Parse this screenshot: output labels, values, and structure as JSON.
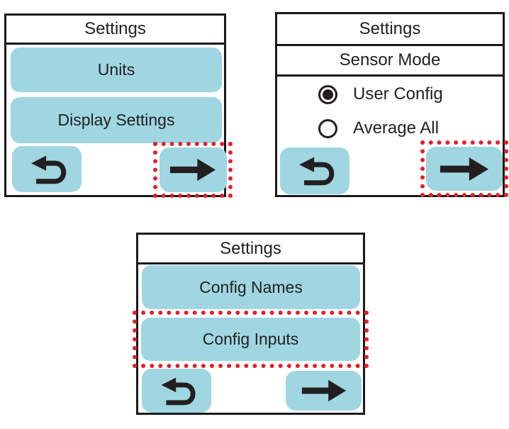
{
  "colors": {
    "button_blue": "#9fd6e2",
    "highlight_red": "#e3202a",
    "ink": "#231f20",
    "panel_border": "#1a1a1a"
  },
  "panels": {
    "settings_main": {
      "title": "Settings",
      "menu_buttons": [
        {
          "label": "Units",
          "highlighted": false
        },
        {
          "label": "Display Settings",
          "highlighted": false
        }
      ],
      "nav": {
        "back_icon": "u-turn-back-arrow",
        "forward_icon": "right-arrow",
        "back_highlighted": false,
        "forward_highlighted": true
      }
    },
    "sensor_mode": {
      "title": "Settings",
      "subtitle": "Sensor Mode",
      "options": [
        {
          "label": "User Config",
          "selected": true
        },
        {
          "label": "Average All",
          "selected": false
        }
      ],
      "nav": {
        "back_icon": "u-turn-back-arrow",
        "forward_icon": "right-arrow",
        "back_highlighted": false,
        "forward_highlighted": true
      }
    },
    "settings_config": {
      "title": "Settings",
      "menu_buttons": [
        {
          "label": "Config Names",
          "highlighted": false
        },
        {
          "label": "Config Inputs",
          "highlighted": true
        }
      ],
      "nav": {
        "back_icon": "u-turn-back-arrow",
        "forward_icon": "right-arrow",
        "back_highlighted": false,
        "forward_highlighted": false
      }
    }
  }
}
